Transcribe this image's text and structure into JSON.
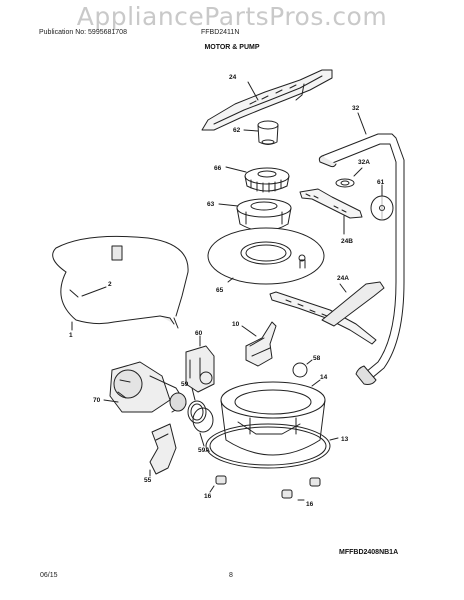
{
  "watermark": "AppliancePartsPros.com",
  "header": {
    "publication": "Publication No: 5995681708",
    "model": "FFBD2411N",
    "section_title": "MOTOR & PUMP"
  },
  "callouts": {
    "c24": "24",
    "c62": "62",
    "c32": "32",
    "c66": "66",
    "c32a": "32A",
    "c61": "61",
    "c63": "63",
    "c24b": "24B",
    "c2": "2",
    "c24a": "24A",
    "c65": "65",
    "c1": "1",
    "c60": "60",
    "c10": "10",
    "c58": "58",
    "c70": "70",
    "c59": "59",
    "c14": "14",
    "c59a": "59A",
    "c13": "13",
    "c55": "55",
    "c16a": "16",
    "c16b": "16"
  },
  "footer": {
    "diagram_code": "MFFBD2408NB1A",
    "date": "06/15",
    "page": "8"
  }
}
